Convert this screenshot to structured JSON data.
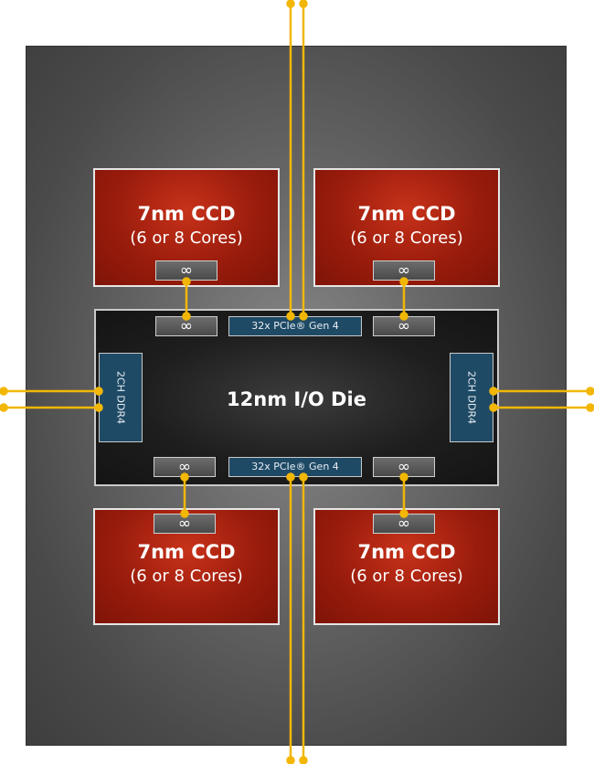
{
  "io_die": {
    "label": "12nm I/O Die"
  },
  "ccds": [
    {
      "title": "7nm CCD",
      "cores": "(6 or 8 Cores)"
    },
    {
      "title": "7nm CCD",
      "cores": "(6 or 8 Cores)"
    },
    {
      "title": "7nm CCD",
      "cores": "(6 or 8 Cores)"
    },
    {
      "title": "7nm CCD",
      "cores": "(6 or 8 Cores)"
    }
  ],
  "infinity_symbol": "∞",
  "pcie_top": "32x PCIe® Gen 4",
  "pcie_bottom": "32x PCIe® Gen 4",
  "ddr_left": "2CH DDR4",
  "ddr_right": "2CH DDR4",
  "colors": {
    "wire": "#f2b705",
    "ccd": "#a8200e",
    "io": "#1f4a66"
  }
}
